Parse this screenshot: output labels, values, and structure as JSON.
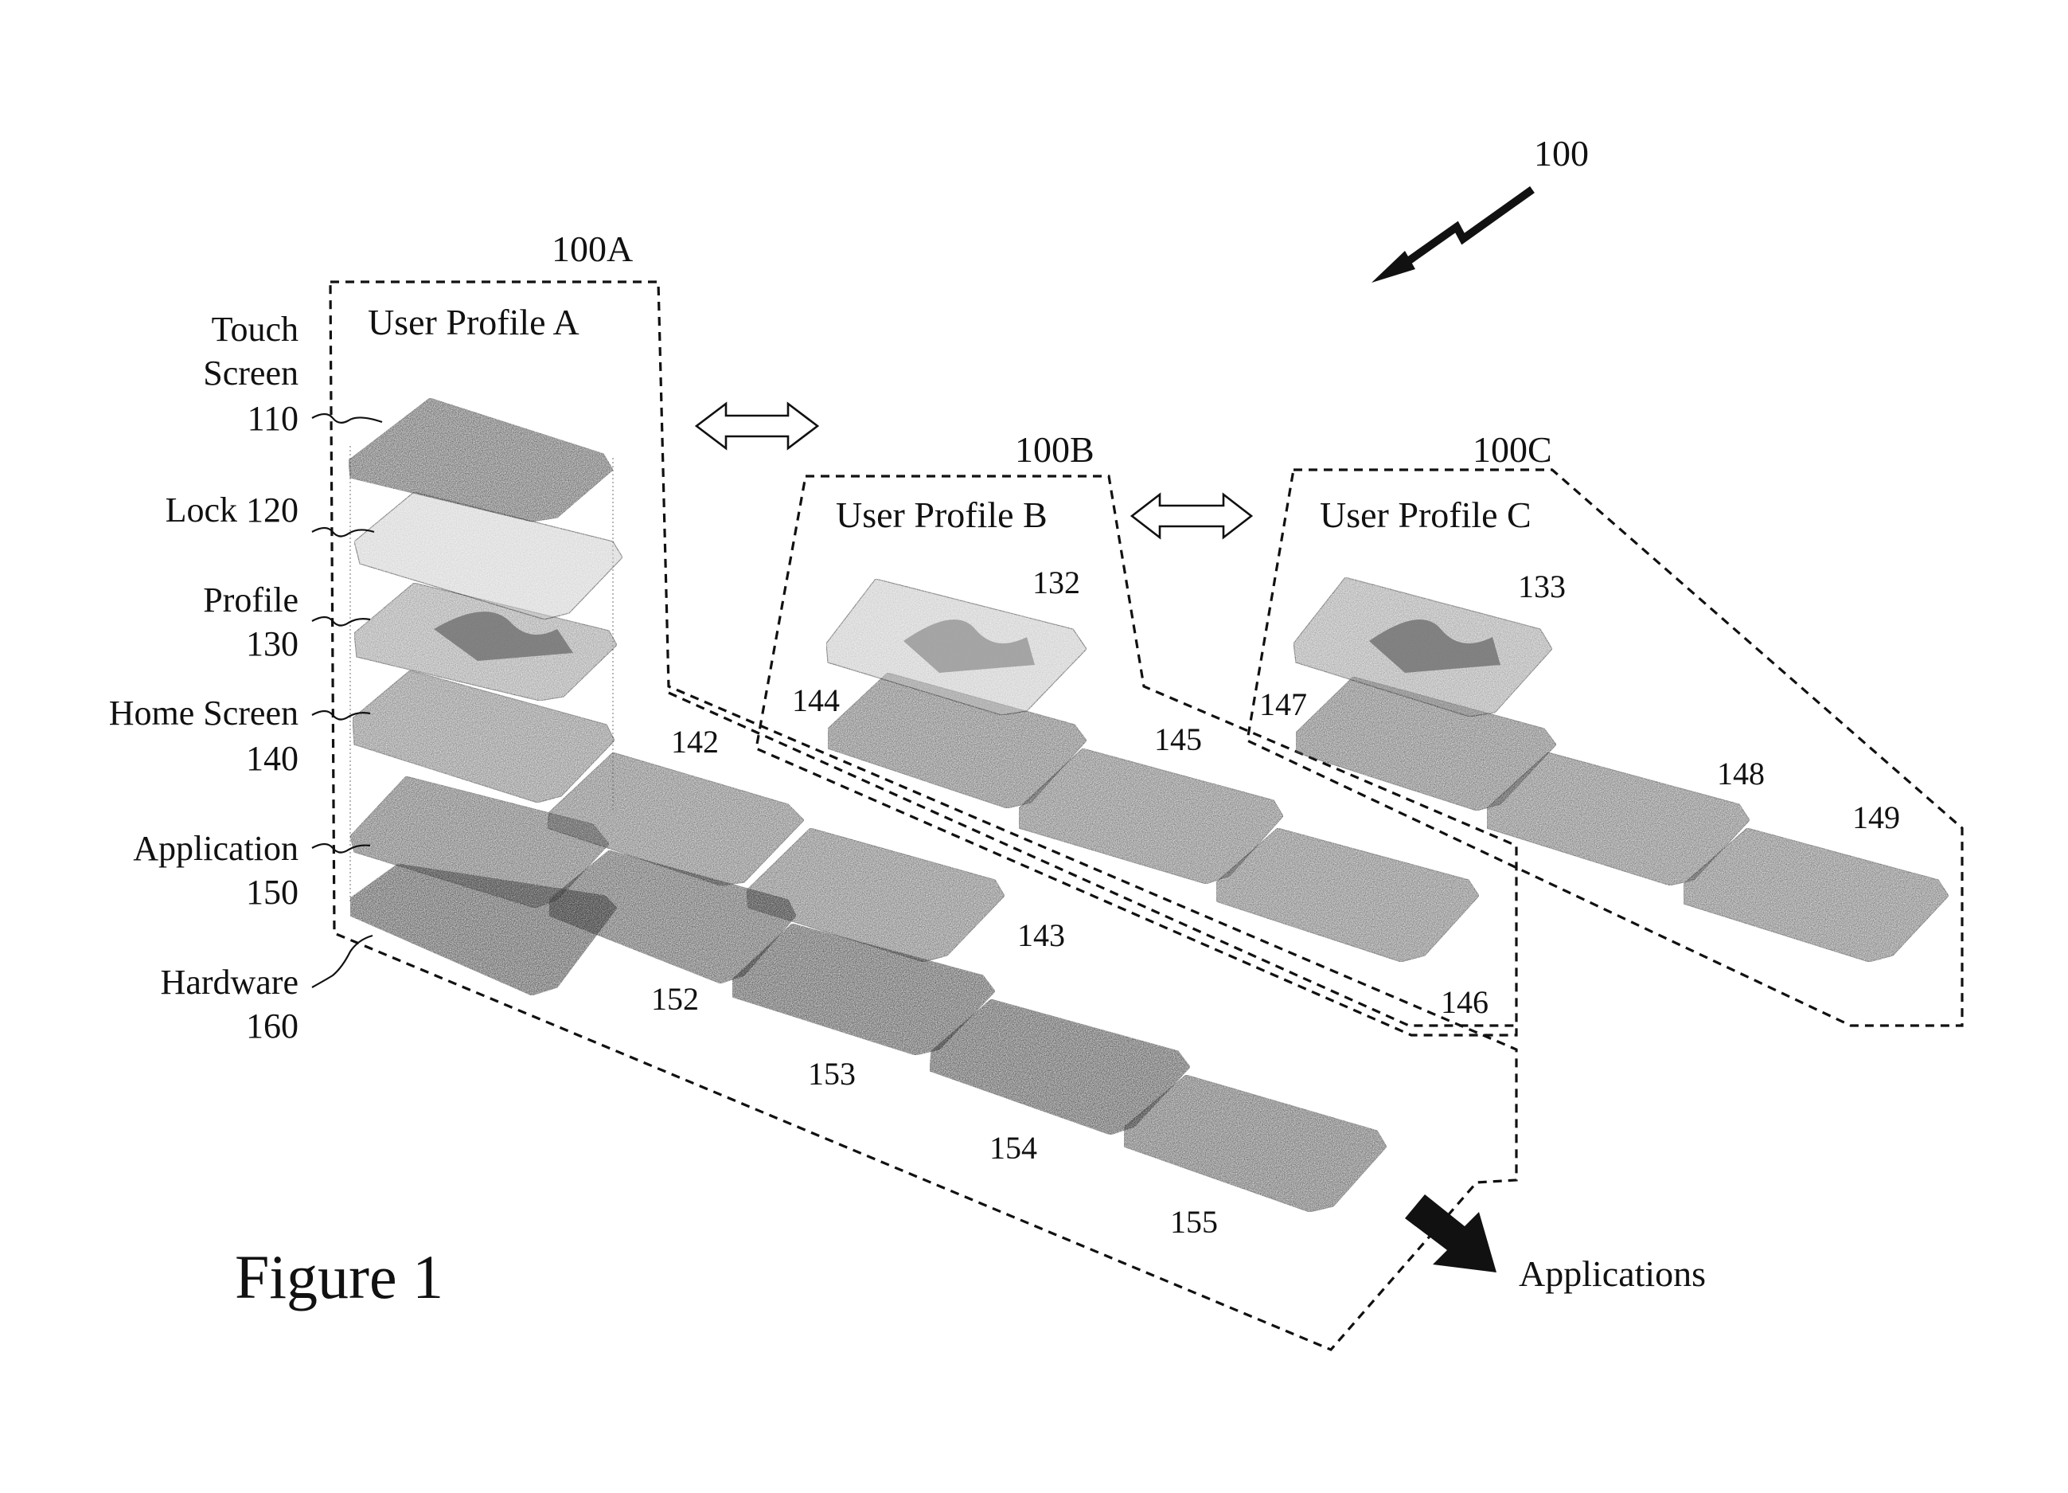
{
  "figure": {
    "ref_system": "100",
    "caption": "Figure 1",
    "applications_label": "Applications",
    "colors": {
      "ink": "#111111",
      "touch_screen": "#4a4a4a",
      "lock": "#c8c8c8",
      "profile": "#8a8a8a",
      "home_screen": "#6f6f6f",
      "application": "#565656",
      "hardware": "#343434",
      "app_tile": "#5e5e5e",
      "light_profile": "#bdbdbd"
    },
    "layers": [
      {
        "name": "Touch Screen",
        "ref": "110"
      },
      {
        "name": "Lock",
        "ref": "120"
      },
      {
        "name": "Profile",
        "ref": "130"
      },
      {
        "name": "Home Screen",
        "ref": "140"
      },
      {
        "name": "Application",
        "ref": "150"
      },
      {
        "name": "Hardware",
        "ref": "160"
      }
    ],
    "layer_labels": {
      "touch_line1": "Touch",
      "touch_line2": "Screen",
      "touch_ref": "110",
      "lock": "Lock 120",
      "profile_line1": "Profile",
      "profile_ref": "130",
      "home_line1": "Home Screen",
      "home_ref": "140",
      "application_line1": "Application",
      "application_ref": "150",
      "hardware_line1": "Hardware",
      "hardware_ref": "160"
    },
    "profiles": [
      {
        "ref": "100A",
        "title": "User Profile A"
      },
      {
        "ref": "100B",
        "title": "User Profile B"
      },
      {
        "ref": "100C",
        "title": "User Profile C"
      }
    ],
    "refs": {
      "r132": "132",
      "r133": "133",
      "r142": "142",
      "r143": "143",
      "r144": "144",
      "r145": "145",
      "r146": "146",
      "r147": "147",
      "r148": "148",
      "r149": "149",
      "r152": "152",
      "r153": "153",
      "r154": "154",
      "r155": "155"
    }
  }
}
